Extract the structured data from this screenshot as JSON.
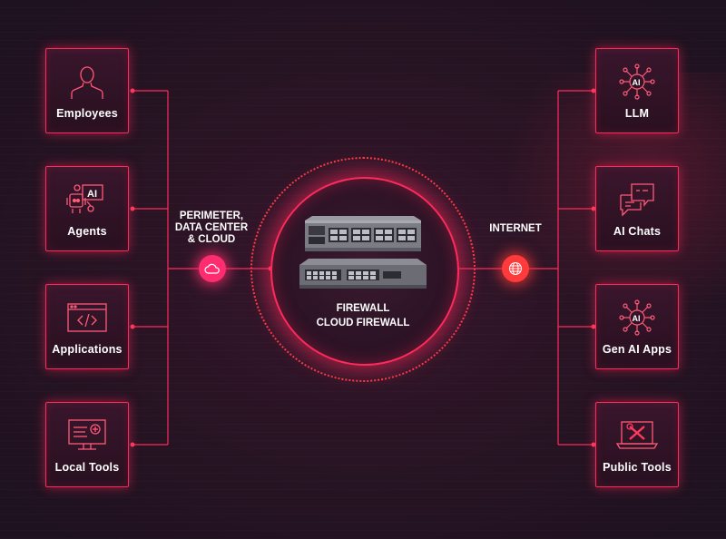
{
  "left_cards": [
    {
      "label": "Employees",
      "icon": "person-icon"
    },
    {
      "label": "Agents",
      "icon": "ai-agent-icon",
      "badge": "AI"
    },
    {
      "label": "Applications",
      "icon": "code-window-icon"
    },
    {
      "label": "Local Tools",
      "icon": "monitor-tool-icon"
    }
  ],
  "right_cards": [
    {
      "label": "LLM",
      "icon": "ai-network-icon",
      "badge": "AI"
    },
    {
      "label": "AI Chats",
      "icon": "chat-bubbles-icon"
    },
    {
      "label": "Gen AI Apps",
      "icon": "ai-network-icon",
      "badge": "AI"
    },
    {
      "label": "Public Tools",
      "icon": "laptop-tools-icon"
    }
  ],
  "left_caption": {
    "line1": "PERIMETER,",
    "line2": "DATA CENTER",
    "line3": "& CLOUD"
  },
  "right_caption": "INTERNET",
  "hub": {
    "line1": "FIREWALL",
    "line2": "CLOUD FIREWALL"
  },
  "nodes": {
    "left": "cloud-icon",
    "right": "globe-icon"
  },
  "colors": {
    "accent": "#ff2a5c",
    "background": "#2a1424",
    "node_left": "#ff2d6f",
    "node_right": "#ff3a3a"
  }
}
